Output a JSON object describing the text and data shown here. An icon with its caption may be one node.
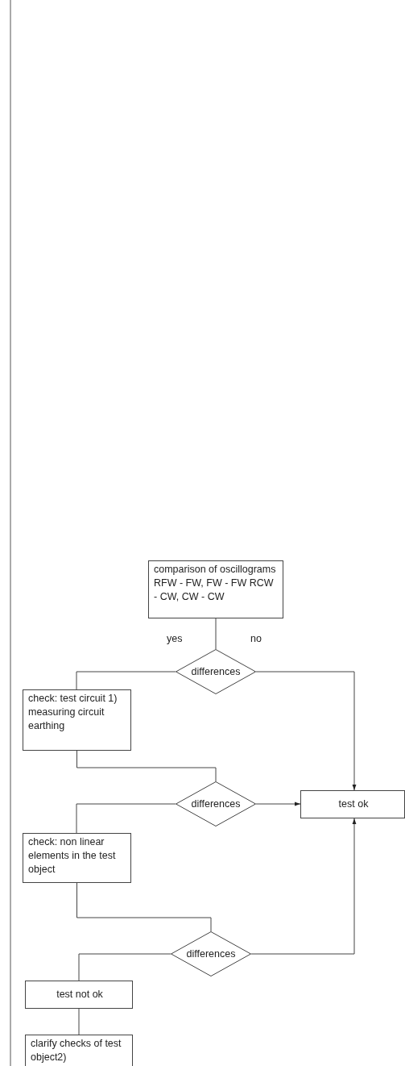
{
  "diagram": {
    "nodes": [
      {
        "text": [
          "comparison of oscillograms RFW - FW, FW - FW RCW - CW, CW - CW"
        ]
      },
      {
        "text": [
          "differences"
        ]
      },
      {
        "text": [
          "check: test circuit 1) measuring circuit earthing"
        ]
      },
      {
        "text": [
          "differences"
        ]
      },
      {
        "text": [
          "test ok"
        ]
      },
      {
        "text": [
          "check: non linear elements in the test object"
        ]
      },
      {
        "text": [
          "differences"
        ]
      },
      {
        "text": [
          "test not ok"
        ]
      },
      {
        "text": [
          "clarify checks of test object2)"
        ]
      }
    ],
    "edges": [
      {
        "from": 0,
        "to": 1,
        "arrow": "none"
      },
      {
        "from": 1,
        "to": 2,
        "arrow": "none",
        "label": "yes"
      },
      {
        "from": 1,
        "to": 4,
        "arrow": "to",
        "label": "no"
      },
      {
        "from": 2,
        "to": 3,
        "arrow": "none"
      },
      {
        "from": 3,
        "to": 4,
        "arrow": "to"
      },
      {
        "from": 3,
        "to": 5,
        "arrow": "none"
      },
      {
        "from": 5,
        "to": 6,
        "arrow": "none"
      },
      {
        "from": 6,
        "to": 4,
        "arrow": "to"
      },
      {
        "from": 6,
        "to": 7,
        "arrow": "none"
      },
      {
        "from": 7,
        "to": 8,
        "arrow": "none"
      }
    ]
  }
}
